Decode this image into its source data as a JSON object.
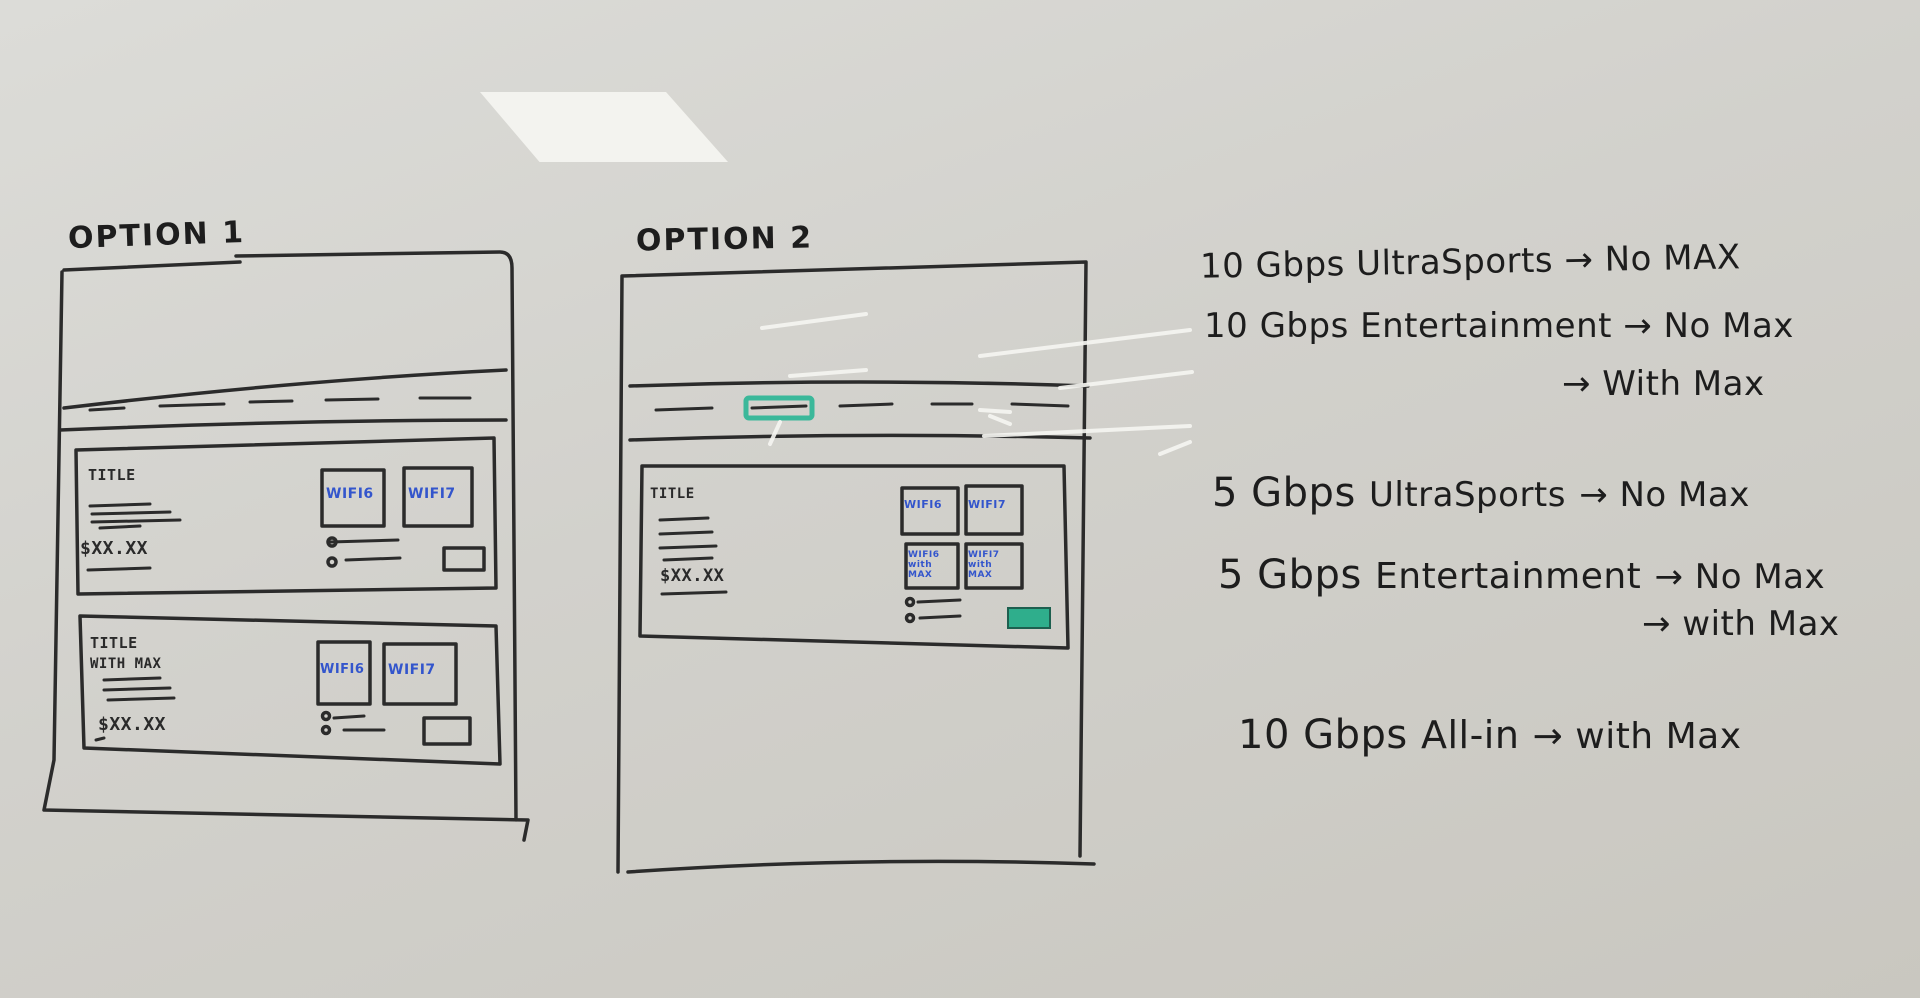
{
  "option1": {
    "title": "OPTION 1",
    "card1": {
      "title": "TITLE",
      "price": "$XX.XX",
      "tile1": "WIFI6",
      "tile2": "WIFI7"
    },
    "card2": {
      "title": "TITLE",
      "subtitle": "WITH MAX",
      "price": "$XX.XX",
      "tile1": "WIFI6",
      "tile2": "WIFI7"
    }
  },
  "option2": {
    "title": "OPTION 2",
    "card": {
      "title": "TITLE",
      "price": "$XX.XX",
      "tile1": "WIFI6",
      "tile2": "WIFI7",
      "tile3": "WIFI6 with MAX",
      "tile4": "WIFI7 with MAX"
    },
    "accent_color": "#3bb89a"
  },
  "notes": [
    {
      "speed": "10 Gbps",
      "plan": "UltraSports",
      "arrows": [
        "→ No MAX"
      ]
    },
    {
      "speed": "10 Gbps",
      "plan": "Entertainment",
      "arrows": [
        "→ No Max",
        "→ With Max"
      ]
    },
    {
      "speed": "5 Gbps",
      "plan": "UltraSports",
      "arrows": [
        "→ No Max"
      ]
    },
    {
      "speed": "5 Gbps",
      "plan": "Entertainment",
      "arrows": [
        "→ No Max",
        "→ with Max"
      ]
    },
    {
      "speed": "10 Gbps",
      "plan": "All-in",
      "arrows": [
        "→ with Max"
      ]
    }
  ],
  "colors": {
    "marker": "#1d1d1d",
    "blue_marker": "#3355cc",
    "green_marker": "#3bb89a",
    "board": "#d2d1cc"
  }
}
